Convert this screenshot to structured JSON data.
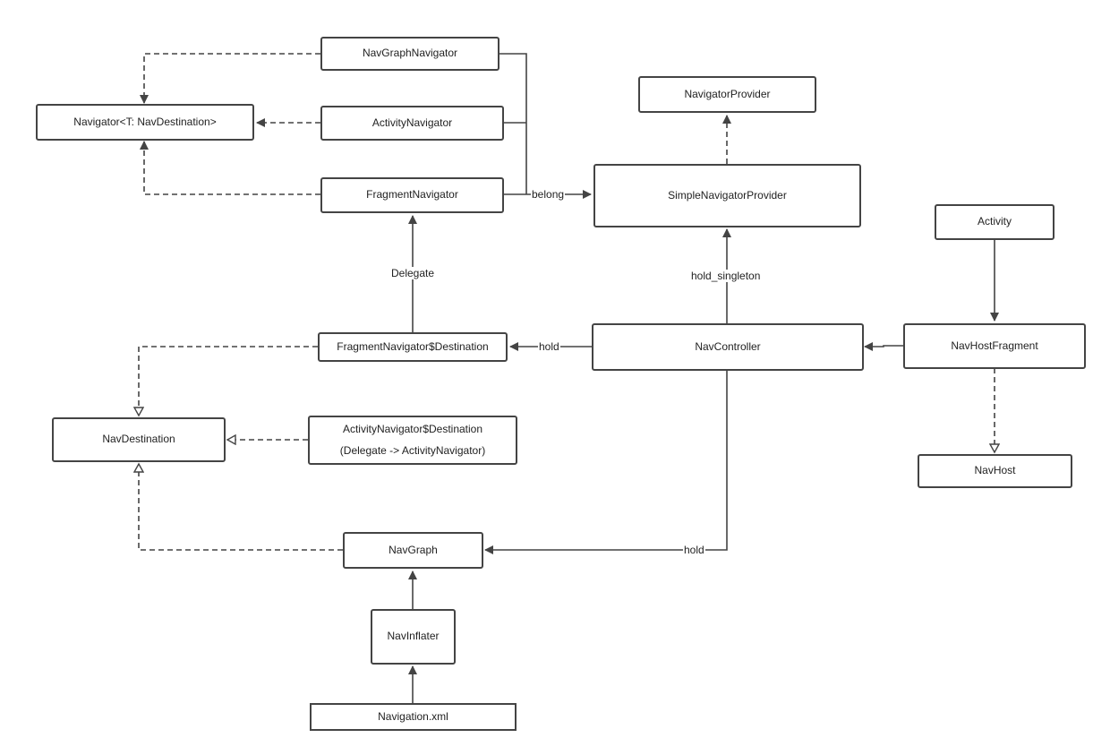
{
  "nodes": {
    "navgraph_navigator": "NavGraphNavigator",
    "navigator": "Navigator<T: NavDestination>",
    "activity_navigator": "ActivityNavigator",
    "fragment_navigator": "FragmentNavigator",
    "navigator_provider": "NavigatorProvider",
    "simple_navigator_provider": "SimpleNavigatorProvider",
    "activity": "Activity",
    "fragment_navigator_destination": "FragmentNavigator$Destination",
    "nav_controller": "NavController",
    "nav_host_fragment": "NavHostFragment",
    "nav_destination": "NavDestination",
    "activity_navigator_destination_line1": "ActivityNavigator$Destination",
    "activity_navigator_destination_line2": "(Delegate -> ActivityNavigator)",
    "nav_host": "NavHost",
    "nav_graph": "NavGraph",
    "nav_inflater": "NavInflater",
    "navigation_xml": "Navigation.xml"
  },
  "edge_labels": {
    "belong": "belong",
    "delegate": "Delegate",
    "hold_singleton": "hold_singleton",
    "hold_destination": "hold",
    "hold_graph": "hold"
  },
  "colors": {
    "line": "#444444",
    "text": "#222222"
  }
}
